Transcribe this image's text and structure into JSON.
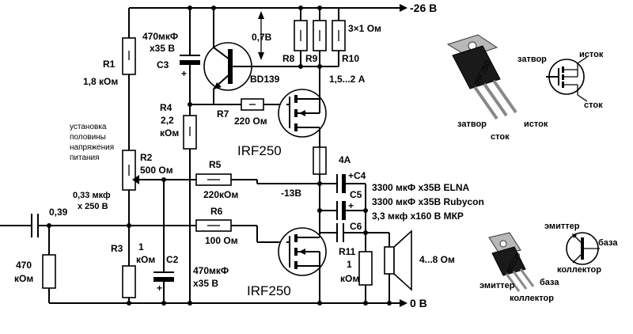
{
  "rails": {
    "top": "-26 В",
    "bottom": "0 В",
    "mid": "-13В"
  },
  "input_voltage": "0,39",
  "parts": {
    "R1": {
      "ref": "R1",
      "value": "1,8 кОм"
    },
    "R2": {
      "ref": "R2",
      "value": "500 Ом",
      "note": [
        "установка",
        "половины",
        "напряжения",
        "питания"
      ]
    },
    "R3": {
      "ref": "R3",
      "value_lines": [
        "1",
        "кОм"
      ]
    },
    "R4": {
      "ref": "R4",
      "value_lines": [
        "2,2",
        "кОм"
      ]
    },
    "R5": {
      "ref": "R5",
      "value": "220кОм"
    },
    "R6": {
      "ref": "R6",
      "value": "100 Ом"
    },
    "R7": {
      "ref": "R7",
      "value": "220 Ом"
    },
    "R8": {
      "ref": "R8"
    },
    "R9": {
      "ref": "R9"
    },
    "R10": {
      "ref": "R10"
    },
    "R8_R10_value": "3×1 Ом",
    "R11": {
      "ref": "R11",
      "value_lines": [
        "1",
        "кОм"
      ]
    },
    "Rin": {
      "value_lines": [
        "470",
        "кОм"
      ]
    },
    "C1": {
      "value_lines": [
        "0,33 мкф",
        "х 250 В"
      ]
    },
    "C2": {
      "ref": "C2",
      "value_lines": [
        "470мкФ",
        "х35 В"
      ]
    },
    "C3": {
      "ref": "C3",
      "value_lines": [
        "470мкФ",
        "х35 В"
      ]
    },
    "C4": {
      "ref": "+C4",
      "value": "3300 мкФ х35В ELNA"
    },
    "C5": {
      "ref": "C5",
      "value": "3300 мкФ х35В Rubycon"
    },
    "C6": {
      "ref": "C6",
      "value": "3,3 мкф х160 В МКР"
    },
    "Q1": {
      "ref": "BD139"
    },
    "Q2": {
      "ref": "IRF250"
    },
    "Q3": {
      "ref": "IRF250"
    },
    "speaker": {
      "value": "4...8 Ом"
    },
    "fuse": {
      "value": "4А"
    },
    "vbe": "0,7В",
    "current": "1,5...2 А"
  },
  "pinouts": {
    "mosfet": {
      "body": "IRF250",
      "gate": "затвор",
      "drain": "сток",
      "source": "исток"
    },
    "bjt": {
      "body": "BD139",
      "emitter": "эмиттер",
      "collector": "коллектор",
      "base": "база"
    }
  }
}
